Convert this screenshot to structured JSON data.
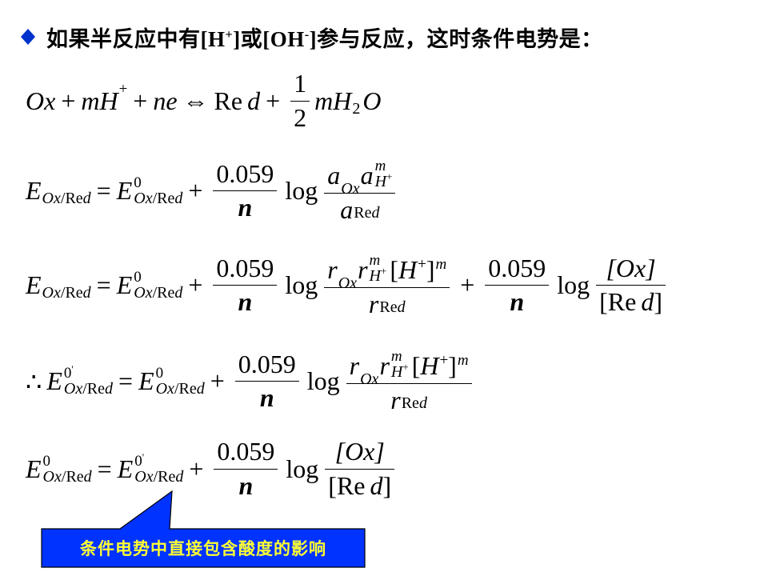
{
  "colors": {
    "accent": "#0033cc",
    "callout_fill": "#0033ff",
    "callout_text": "#ffff33"
  },
  "heading": {
    "bullet_icon": "diamond-icon",
    "part1": "如果半反应中有",
    "h_ion_base": "[H",
    "h_ion_sup": "+",
    "h_ion_close": "]",
    "or": "或",
    "oh_ion_base": "[OH",
    "oh_ion_sup": "-",
    "oh_ion_close": "]",
    "part2": "参与反应，这时条件电势是："
  },
  "eq1": {
    "ox": "Ox",
    "plus": "+",
    "mH": "mH",
    "h_sup": "+",
    "ne": "ne",
    "arrow": "⇔",
    "re": "Re",
    "d": "d",
    "half_num": "1",
    "half_den": "2",
    "mH2": "mH",
    "two": "2",
    "O": "O"
  },
  "common": {
    "E": "E",
    "sub_ox": "Ox",
    "sub_slash": "/",
    "sub_re": "Re",
    "sub_d": "d",
    "zero": "0",
    "prime": "'",
    "eq": "=",
    "plus": "+",
    "coef": "0.059",
    "n": "n",
    "log": "log",
    "therefore": "∴"
  },
  "eq2": {
    "a": "a",
    "a_sub_ox": "Ox",
    "m": "m",
    "hp": "H",
    "hp_sup": "+",
    "den_a": "a",
    "den_sub_re": "Re",
    "den_sub_d": "d"
  },
  "eq3": {
    "r": "r",
    "r_sub_ox": "Ox",
    "m": "m",
    "hp": "H",
    "hp_sup": "+",
    "bracket_open": "[",
    "H": "H",
    "H_sup": "+",
    "bracket_close": "]",
    "bracket_m": "m",
    "den_r": "r",
    "den_sub_re": "Re",
    "den_sub_d": "d",
    "ox_bracket": "[Ox]",
    "red_open": "[Re",
    "red_d": "d",
    "red_close": "]"
  },
  "callout": {
    "text": "条件电势中直接包含酸度的影响"
  }
}
